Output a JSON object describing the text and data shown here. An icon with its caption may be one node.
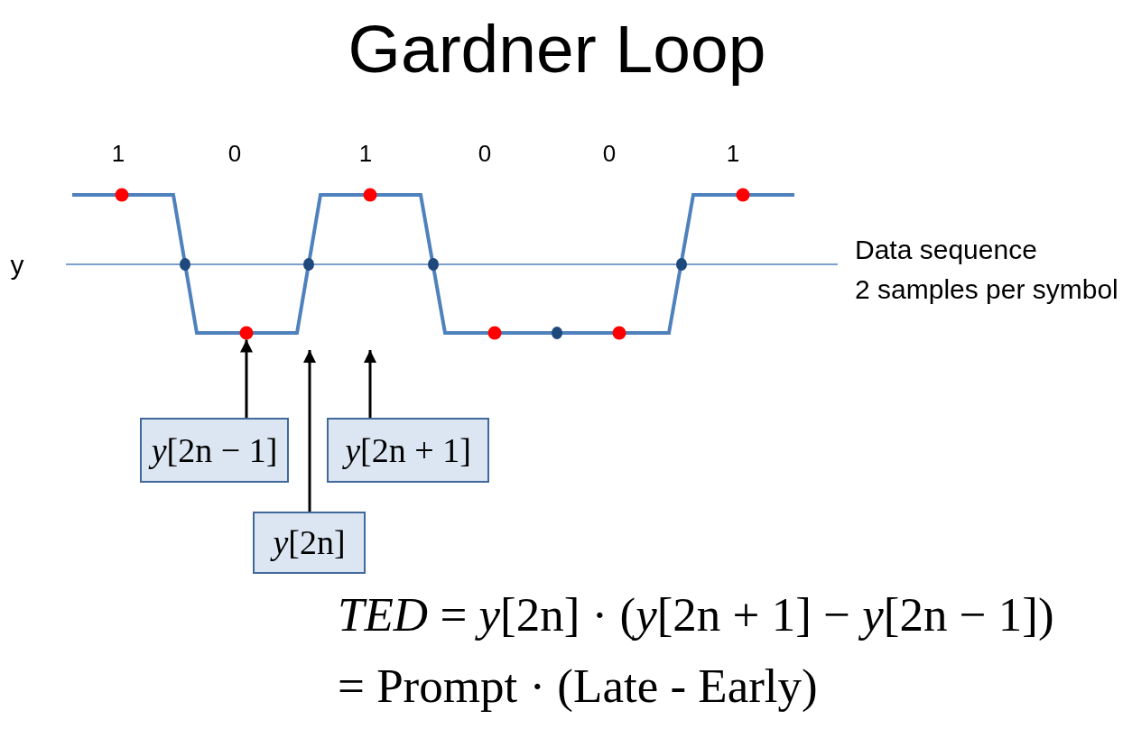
{
  "diagram": {
    "title": "Gardner Loop",
    "nodes": [
      {
        "text": [],
        "shape": "circle"
      },
      {
        "text": [
          "*y*[2n − 1]"
        ]
      },
      {
        "text": [
          "*y*[2n + 1]"
        ]
      },
      {
        "text": [
          "*y*[2n]"
        ]
      }
    ],
    "edges": [
      {
        "from": 1,
        "to": 0,
        "arrow": "to"
      },
      {
        "from": 3,
        "to": null,
        "arrow": "to"
      },
      {
        "from": 2,
        "to": null,
        "arrow": "to"
      }
    ],
    "labels": [
      "1",
      "0",
      "1",
      "0",
      "0",
      "1",
      "y",
      "Data sequence 2 samples per symbol",
      "*TED* = *y*[2n] · (*y*[2n + 1] − *y*[2n − 1])",
      "= Prompt · (Late - Early)"
    ]
  }
}
